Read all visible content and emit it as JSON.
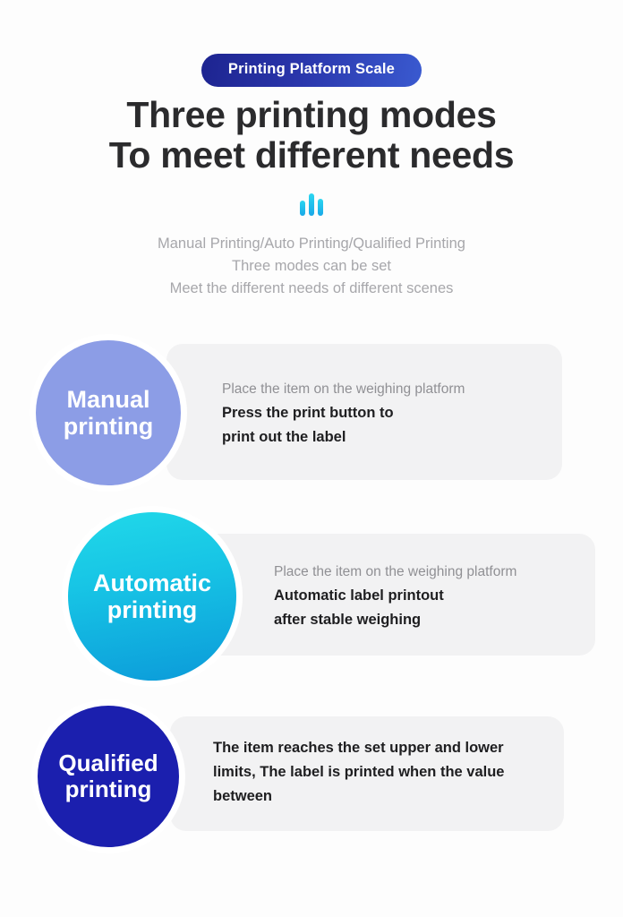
{
  "badge": {
    "label": "Printing Platform Scale"
  },
  "headline": {
    "line1": "Three printing modes",
    "line2": "To meet different needs"
  },
  "divider_icon": {
    "name": "bar-chart-icon",
    "bars": [
      17,
      25,
      19
    ]
  },
  "subtitle": {
    "line1": "Manual Printing/Auto Printing/Qualified Printing",
    "line2": "Three modes can be set",
    "line3": "Meet the different needs of different scenes"
  },
  "colors": {
    "background": "#fdfdfd",
    "badge_gradient_start": "#1d2490",
    "badge_gradient_end": "#3a5ad0",
    "headline_text": "#2b2b2d",
    "subtitle_text": "#a7a7ab",
    "panel_background": "#f2f2f3",
    "lead_text": "#909094",
    "strong_text": "#1e1e20",
    "circle_manual": "#8c9de6",
    "circle_automatic_start": "#21d9e9",
    "circle_automatic_end": "#0b9ad9",
    "circle_qualified": "#1b1fae"
  },
  "cards": [
    {
      "id": "manual",
      "circle_line1": "Manual",
      "circle_line2": "printing",
      "lead": "Place the item on the weighing platform",
      "strong_line1": "Press the print button to",
      "strong_line2": "print out the label",
      "strong_line3": ""
    },
    {
      "id": "automatic",
      "circle_line1": "Automatic",
      "circle_line2": "printing",
      "lead": "Place the item on the weighing platform",
      "strong_line1": "Automatic label printout",
      "strong_line2": "after stable weighing",
      "strong_line3": ""
    },
    {
      "id": "qualified",
      "circle_line1": "Qualified",
      "circle_line2": "printing",
      "lead": "",
      "strong_line1": "The item reaches the set upper and lower",
      "strong_line2": "limits, The label is printed when the value",
      "strong_line3": "between"
    }
  ]
}
